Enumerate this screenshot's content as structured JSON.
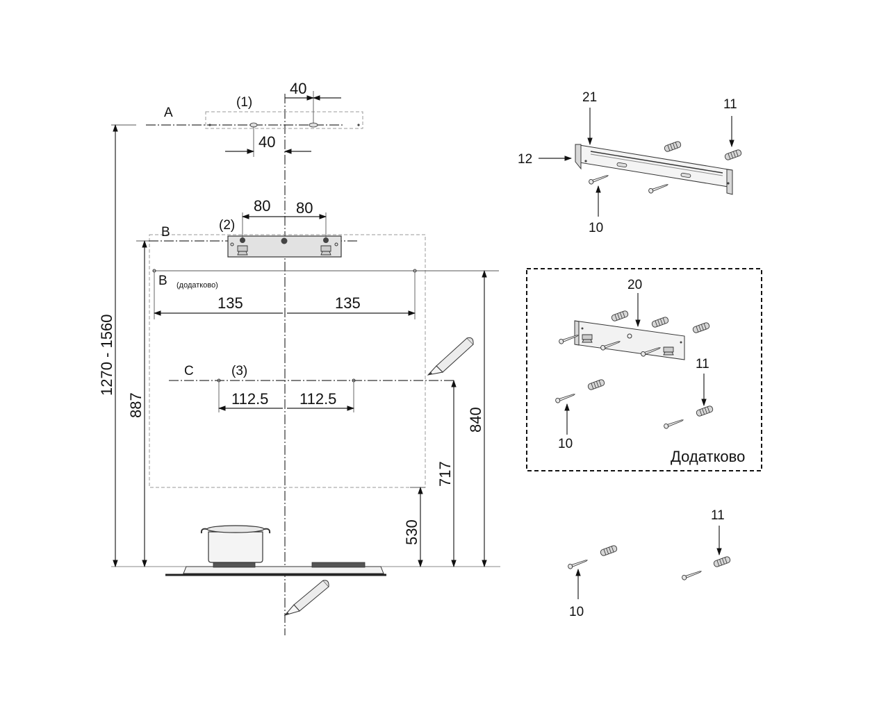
{
  "drawing": {
    "label_a": "A",
    "label_b": "B",
    "label_b_opt": "B",
    "label_b_opt_note": "(додатково)",
    "label_c": "C",
    "note_1": "(1)",
    "note_2": "(2)",
    "note_3": "(3)",
    "dim_40_top": "40",
    "dim_40_bottom": "40",
    "dim_80_left": "80",
    "dim_80_right": "80",
    "dim_135_left": "135",
    "dim_135_right": "135",
    "dim_1125_left": "112.5",
    "dim_1125_right": "112.5",
    "dim_total": "1270 - 1560",
    "dim_887": "887",
    "dim_840": "840",
    "dim_717": "717",
    "dim_530": "530"
  },
  "parts": {
    "bracket_label": "21",
    "screw_side_label": "12",
    "dowel_label": "11",
    "screw_label": "10",
    "optional_bracket_label": "20",
    "optional_dowel_label": "11",
    "optional_screw_label": "10",
    "optional_caption": "Додатково",
    "loose_dowel_label": "11",
    "loose_screw_label": "10"
  }
}
